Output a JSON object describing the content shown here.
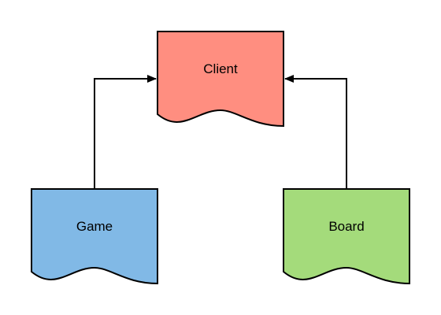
{
  "diagram": {
    "nodes": {
      "client": {
        "label": "Client",
        "color": "#FF8E80"
      },
      "game": {
        "label": "Game",
        "color": "#81B9E6"
      },
      "board": {
        "label": "Board",
        "color": "#A4DB7B"
      }
    },
    "edges": [
      {
        "from": "game",
        "to": "client"
      },
      {
        "from": "board",
        "to": "client"
      }
    ],
    "stroke_color": "#000000"
  }
}
